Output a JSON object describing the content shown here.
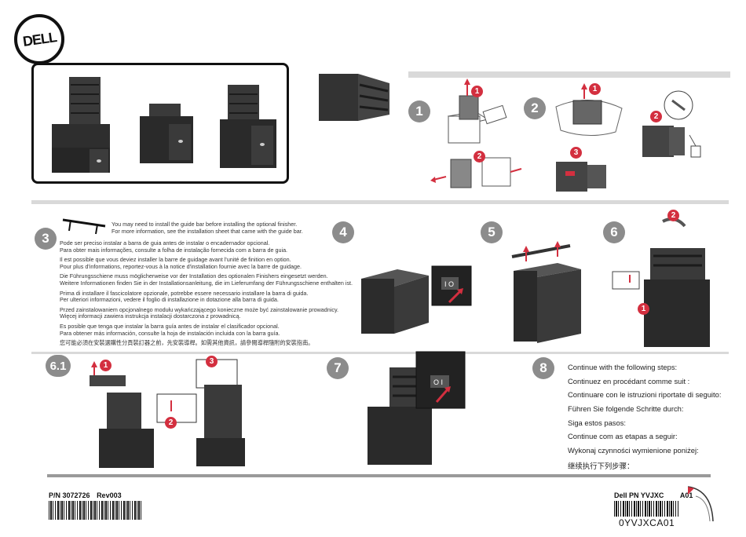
{
  "brand": {
    "logo_text": "DELL"
  },
  "steps": {
    "s1": "1",
    "s2": "2",
    "s3": "3",
    "s4": "4",
    "s5": "5",
    "s6": "6",
    "s61": "6.1",
    "s7": "7",
    "s8": "8"
  },
  "callouts": {
    "c1": "1",
    "c2": "2",
    "c3": "3"
  },
  "step3_text": {
    "en": [
      "You may need to install the guide bar before installing the optional finisher.",
      "For more information, see the installation sheet that came with the guide bar."
    ],
    "pt": [
      "Pode ser preciso instalar a barra de guia antes de instalar o encadernador opcional.",
      "Para obter mais informações, consulte a folha de instalação fornecida com a barra de guia."
    ],
    "fr": [
      "Il est possible que vous deviez installer la barre de guidage avant l'unité de finition en option.",
      "Pour plus d'informations, reportez-vous à la notice d'installation fournie avec la barre de guidage."
    ],
    "de": [
      "Die Führungsschiene muss möglicherweise vor der Installation des optionalen Finishers eingesetzt werden.",
      "Weitere Informationen finden Sie in der Installationsanleitung, die im Lieferumfang der Führungsschiene enthalten ist."
    ],
    "it": [
      "Prima di installare il fascicolatore opzionale, potrebbe essere necessario installare la barra di guida.",
      "Per ulteriori informazioni, vedere il foglio di installazione in dotazione alla barra di guida."
    ],
    "pl": [
      "Przed zainstalowaniem opcjonalnego modułu wykańczającego konieczne może być zainstalowanie prowadnicy.",
      "Więcej informacji zawiera instrukcja instalacji dostarczona z prowadnicą."
    ],
    "es": [
      "Es posible que tenga que instalar la barra guía antes de instalar el clasificador opcional.",
      "Para obtener más información, consulte la hoja de instalación incluida con la barra guía."
    ],
    "zh": [
      "您可能必須在安裝選購性分頁裝訂器之前，先安裝導桿。如需其他資訊，請參閱導桿隨附的安裝指南。"
    ]
  },
  "step8_text": [
    "Continue with the following steps:",
    "Continuez en procédant comme suit :",
    "Continuare con le istruzioni riportate di seguito:",
    "Führen Sie folgende Schritte durch:",
    "Siga estos pasos:",
    "Continue com as etapas a seguir:",
    "Wykonaj czynności wymienione poniżej:",
    "继续执行下列步骤："
  ],
  "footer": {
    "part_number": "P/N 3072726",
    "revision": "Rev003",
    "dell_pn": "Dell PN YVJXC",
    "version": "A01",
    "barcode_text": "0YVJXCA01"
  }
}
